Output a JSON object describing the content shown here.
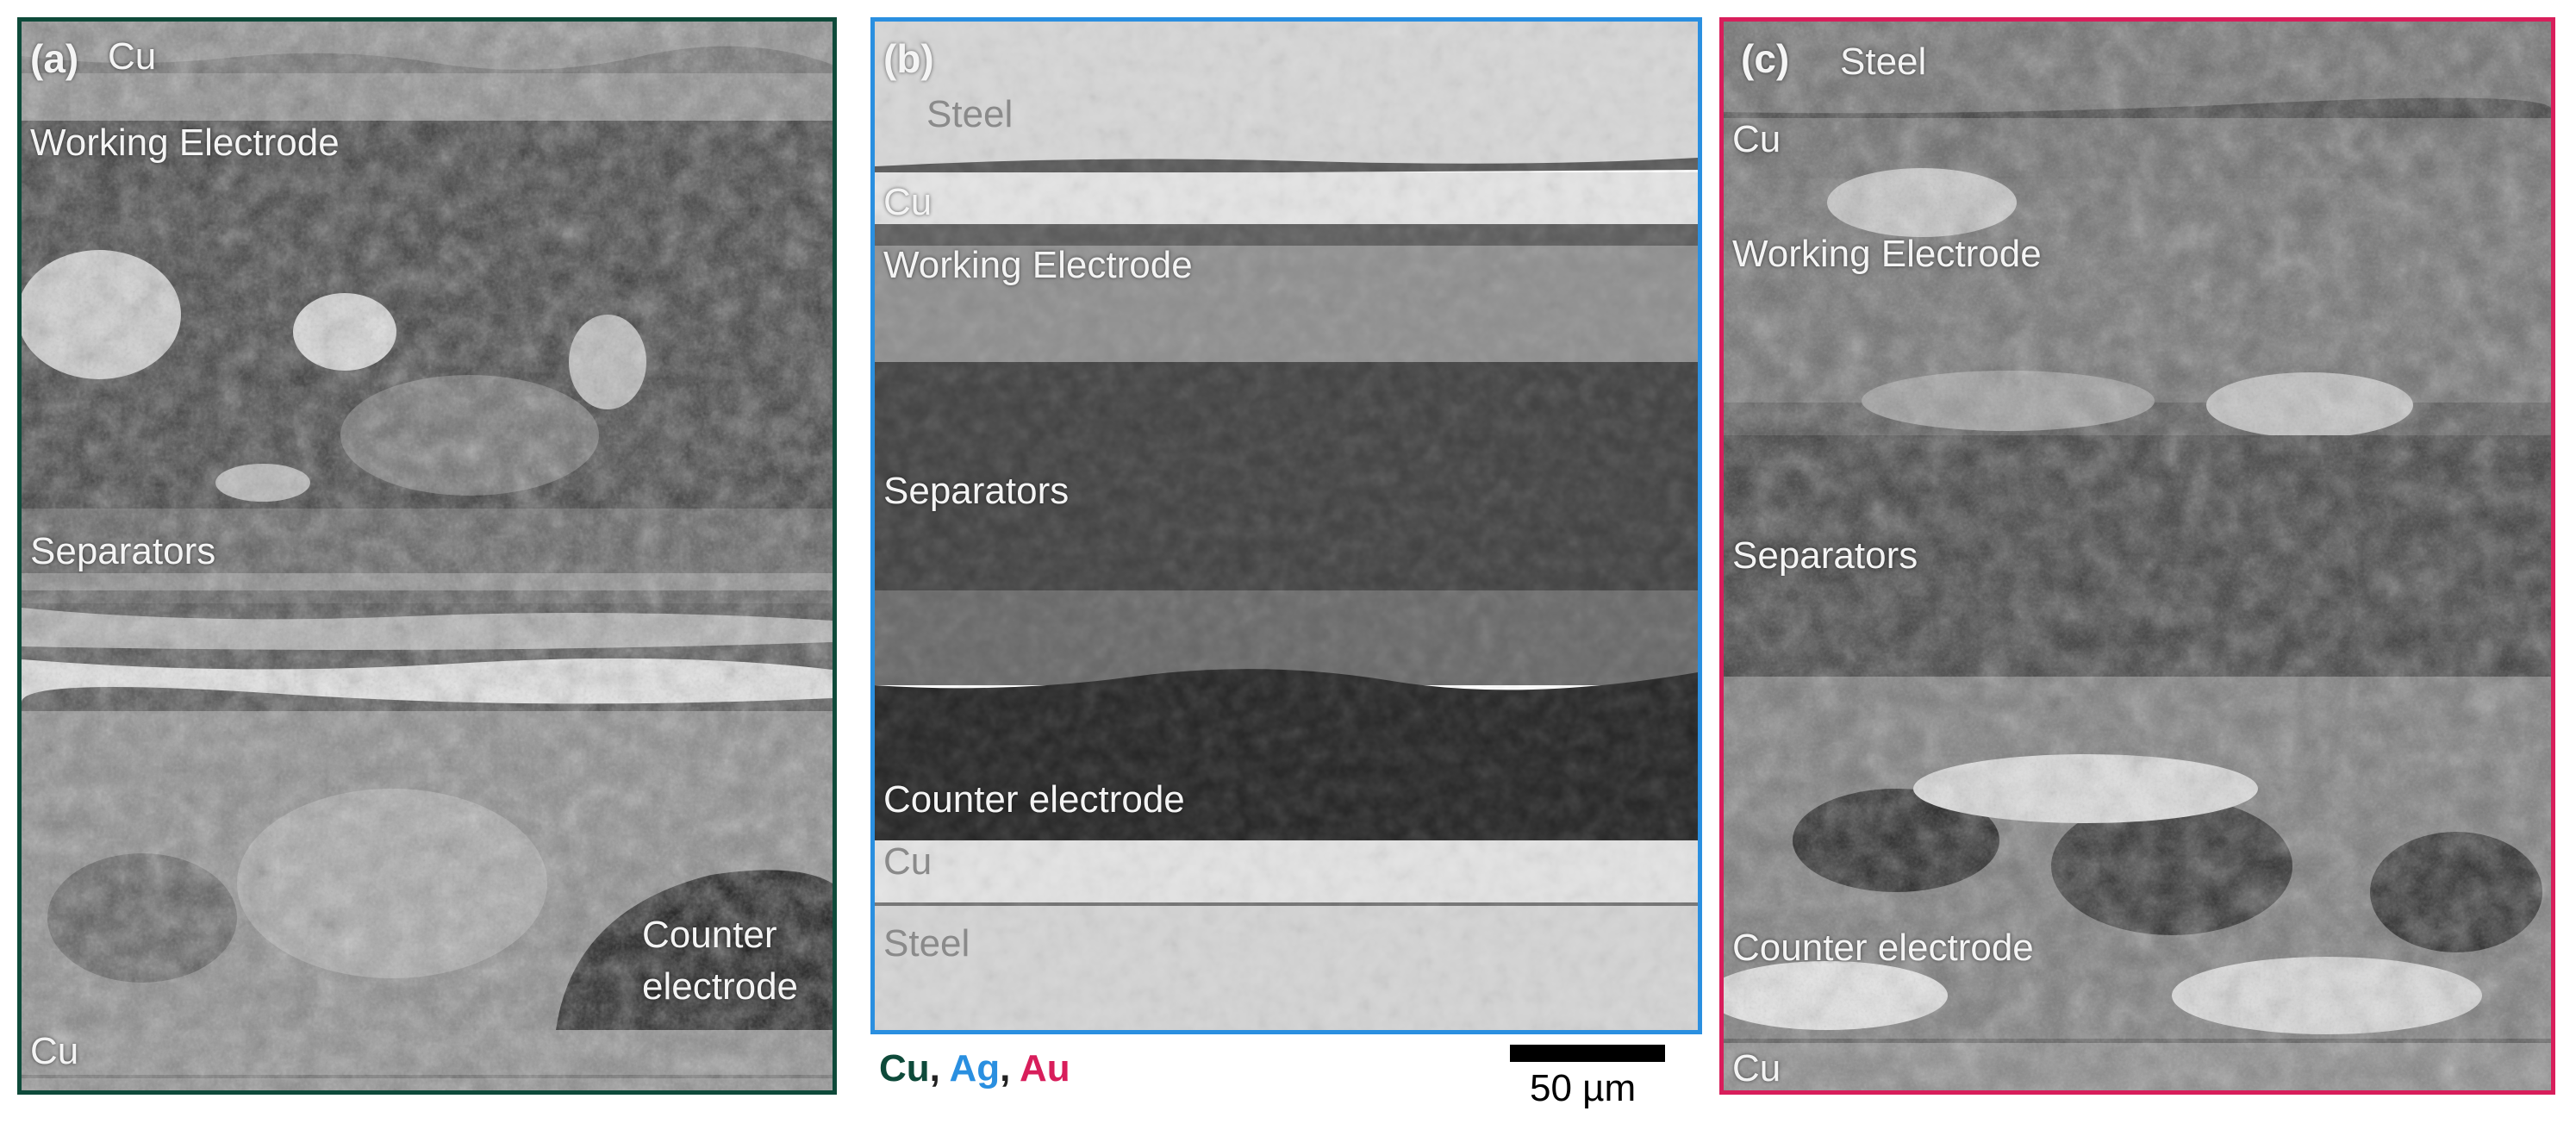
{
  "panels": {
    "a": {
      "tag": "(a)",
      "border_color": "#0e4a3a",
      "labels": {
        "cu_top": "Cu",
        "working_electrode": "Working Electrode",
        "separators": "Separators",
        "counter_line1": "Counter",
        "counter_line2": "electrode",
        "cu_bottom": "Cu"
      }
    },
    "b": {
      "tag": "(b)",
      "border_color": "#2a8fe0",
      "labels": {
        "steel_top": "Steel",
        "cu_top": "Cu",
        "working_electrode": "Working Electrode",
        "separators": "Separators",
        "counter_electrode": "Counter electrode",
        "cu_bottom": "Cu",
        "steel_bottom": "Steel"
      }
    },
    "c": {
      "tag": "(c)",
      "border_color": "#d81e5b",
      "labels": {
        "steel_top": "Steel",
        "cu_top": "Cu",
        "working_electrode": "Working Electrode",
        "separators": "Separators",
        "counter_electrode": "Counter electrode",
        "cu_bottom": "Cu"
      }
    }
  },
  "legend": {
    "cu": "Cu",
    "sep1": ", ",
    "ag": "Ag",
    "sep2": ", ",
    "au": "Au",
    "cu_color": "#0e4a3a",
    "ag_color": "#2a8fe0",
    "au_color": "#d81e5b"
  },
  "scale_bar": {
    "label": "50 µm",
    "length_um": 50
  }
}
